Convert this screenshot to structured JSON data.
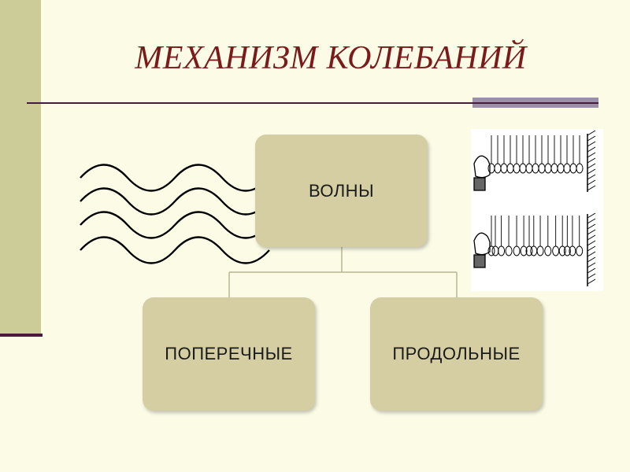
{
  "slide": {
    "title": "МЕХАНИЗМ КОЛЕБАНИЙ"
  },
  "diagram": {
    "root_label": "ВОЛНЫ",
    "children": [
      {
        "label": "ПОПЕРЕЧНЫЕ"
      },
      {
        "label": "ПРОДОЛЬНЫЕ"
      }
    ]
  },
  "colors": {
    "background": "#fbfbe6",
    "sidebar": "#cccc99",
    "title": "#7a1a1a",
    "box_fill": "#d4cea2",
    "rule": "#4a1a3a",
    "accent": "#9a90a8"
  },
  "icons": [
    "transverse-wave-lines",
    "longitudinal-spring-wave-illustration"
  ]
}
